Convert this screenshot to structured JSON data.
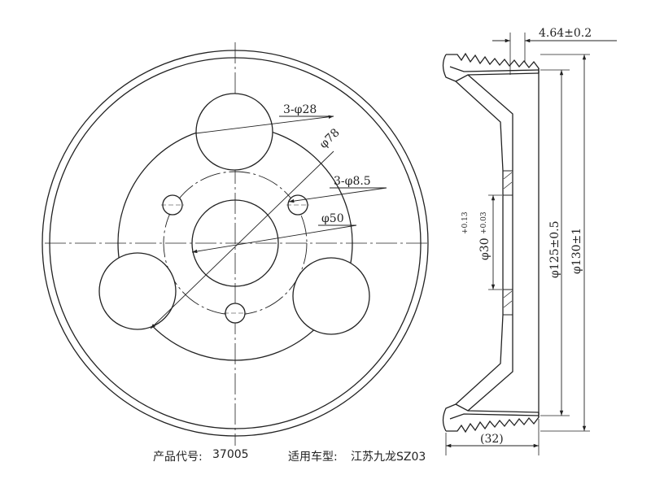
{
  "front_view": {
    "bolt_holes_label": "3-φ28",
    "pcd_label": "φ78",
    "small_holes_label": "3-φ8.5",
    "center_hole_label": "φ50"
  },
  "side_view": {
    "thickness_label": "4.64±0.2",
    "bore_base": "φ30",
    "bore_upper_tol": "+0.13",
    "bore_lower_tol": "+0.03",
    "groove_diameter_label": "φ125±0.5",
    "outer_diameter_label": "φ130±1",
    "width_label": "(32)"
  },
  "footer": {
    "product_code_label": "产品代号:",
    "product_code": "37005",
    "vehicle_label": "适用车型:",
    "vehicle": "江苏九龙SZ03"
  }
}
